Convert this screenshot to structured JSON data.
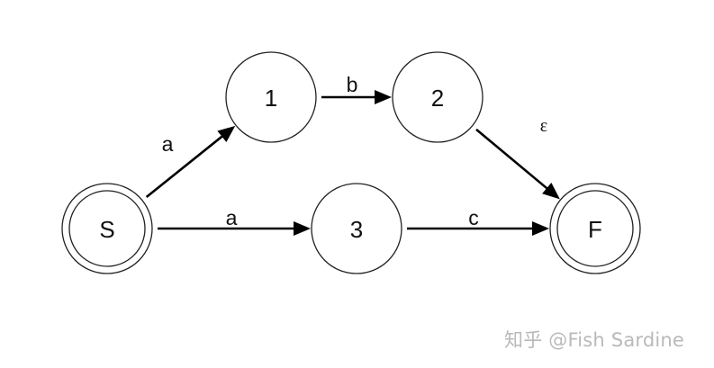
{
  "diagram": {
    "states": [
      {
        "id": "S",
        "label": "S",
        "accepting": true
      },
      {
        "id": "1",
        "label": "1",
        "accepting": false
      },
      {
        "id": "2",
        "label": "2",
        "accepting": false
      },
      {
        "id": "3",
        "label": "3",
        "accepting": false
      },
      {
        "id": "F",
        "label": "F",
        "accepting": true
      }
    ],
    "transitions": [
      {
        "from": "S",
        "to": "1",
        "label": "a"
      },
      {
        "from": "1",
        "to": "2",
        "label": "b"
      },
      {
        "from": "2",
        "to": "F",
        "label": "ε"
      },
      {
        "from": "S",
        "to": "3",
        "label": "a"
      },
      {
        "from": "3",
        "to": "F",
        "label": "c"
      }
    ]
  },
  "watermark": {
    "text": "知乎 @Fish Sardine"
  },
  "colors": {
    "stroke": "#000000",
    "watermark": "#b9b9b9"
  }
}
